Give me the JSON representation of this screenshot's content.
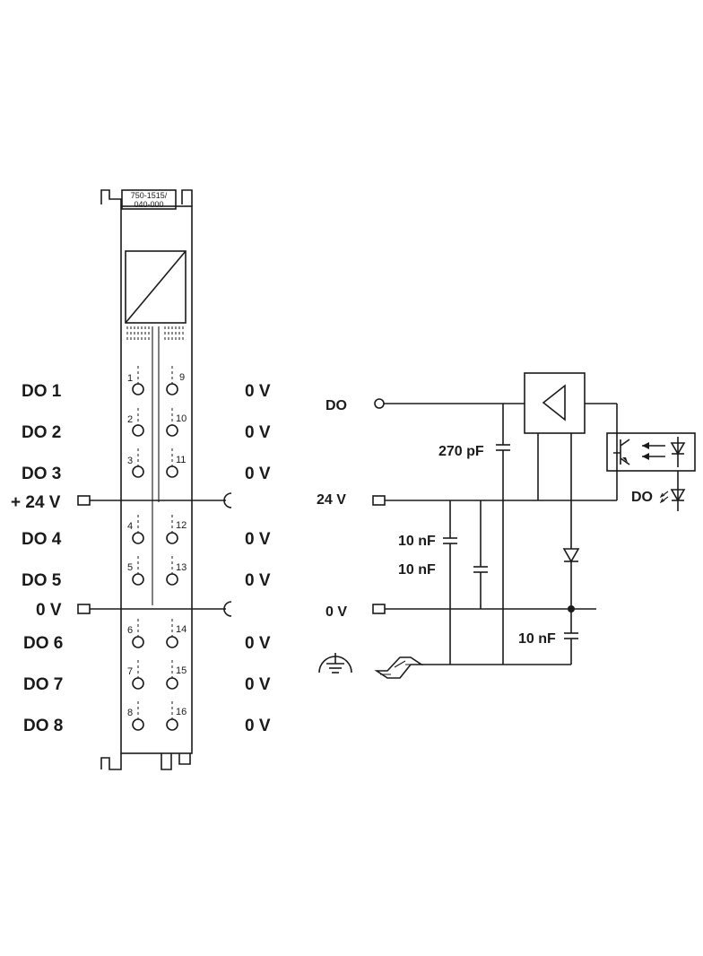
{
  "module": {
    "part_number_line1": "750-1515/",
    "part_number_line2": "040-000"
  },
  "left_labels": {
    "do1": "DO 1",
    "do2": "DO 2",
    "do3": "DO 3",
    "plus24": "+ 24 V",
    "do4": "DO 4",
    "do5": "DO 5",
    "zero_v": "0 V",
    "do6": "DO 6",
    "do7": "DO 7",
    "do8": "DO 8"
  },
  "right_labels": {
    "r1": "0 V",
    "r2": "0 V",
    "r3": "0 V",
    "r4": "0 V",
    "r5": "0 V",
    "r6": "0 V",
    "r7": "0 V",
    "r8": "0 V"
  },
  "terminals": {
    "t1": "1",
    "t2": "2",
    "t3": "3",
    "t4": "4",
    "t5": "5",
    "t6": "6",
    "t7": "7",
    "t8": "8",
    "t9": "9",
    "t10": "10",
    "t11": "11",
    "t12": "12",
    "t13": "13",
    "t14": "14",
    "t15": "15",
    "t16": "16"
  },
  "schematic": {
    "do_label": "DO",
    "v24_label": "24 V",
    "v0_label": "0 V",
    "cap_270pf": "270 pF",
    "cap_10nf_a": "10 nF",
    "cap_10nf_b": "10 nF",
    "cap_10nf_c": "10 nF",
    "do_led_label": "DO"
  }
}
